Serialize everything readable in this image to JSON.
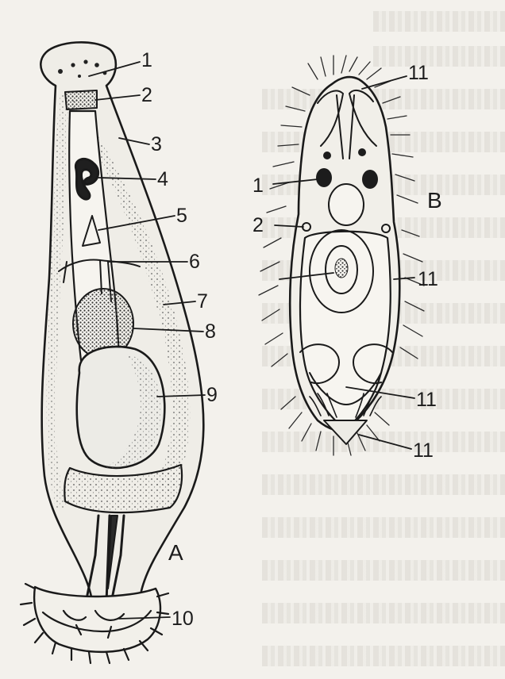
{
  "figures": [
    {
      "letter": "A"
    },
    {
      "letter": "B"
    }
  ],
  "labels_a": [
    "1",
    "2",
    "3",
    "4",
    "5",
    "6",
    "7",
    "8",
    "9",
    "10"
  ],
  "labels_b": [
    "11",
    "1",
    "2",
    "11",
    "11",
    "11"
  ]
}
